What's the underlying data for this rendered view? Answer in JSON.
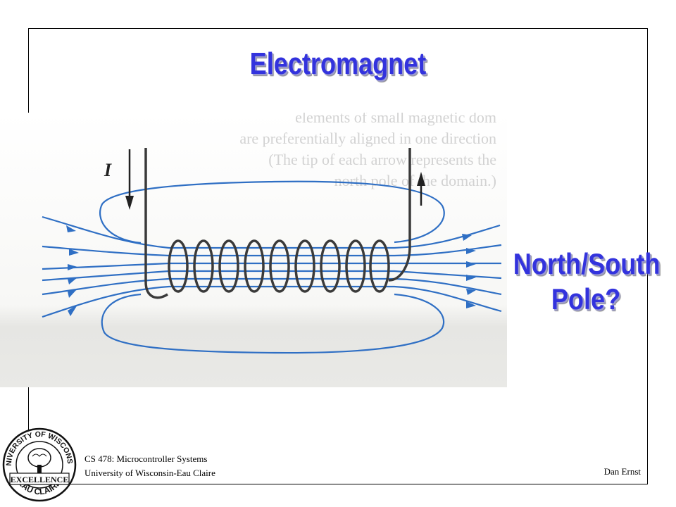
{
  "slide": {
    "title": "Electromagnet",
    "question_line1": "North/South",
    "question_line2": "Pole?"
  },
  "figure": {
    "current_label": "I",
    "bg_text": [
      "elements of small magnetic dom",
      "are preferentially aligned in one direction",
      "(The tip of each arrow represents the",
      "north pole of the domain.)"
    ]
  },
  "footer": {
    "course": "CS 478: Microcontroller Systems",
    "university": "University of Wisconsin-Eau Claire",
    "author": "Dan Ernst"
  },
  "seal": {
    "top_text": "UNIVERSITY OF WISCONSIN",
    "middle_text": "EXCELLENCE",
    "bottom_text": "EAU CLAIRE"
  },
  "colors": {
    "title": "#3333dd",
    "field_lines": "#2f6fc4",
    "coil": "#333333"
  }
}
